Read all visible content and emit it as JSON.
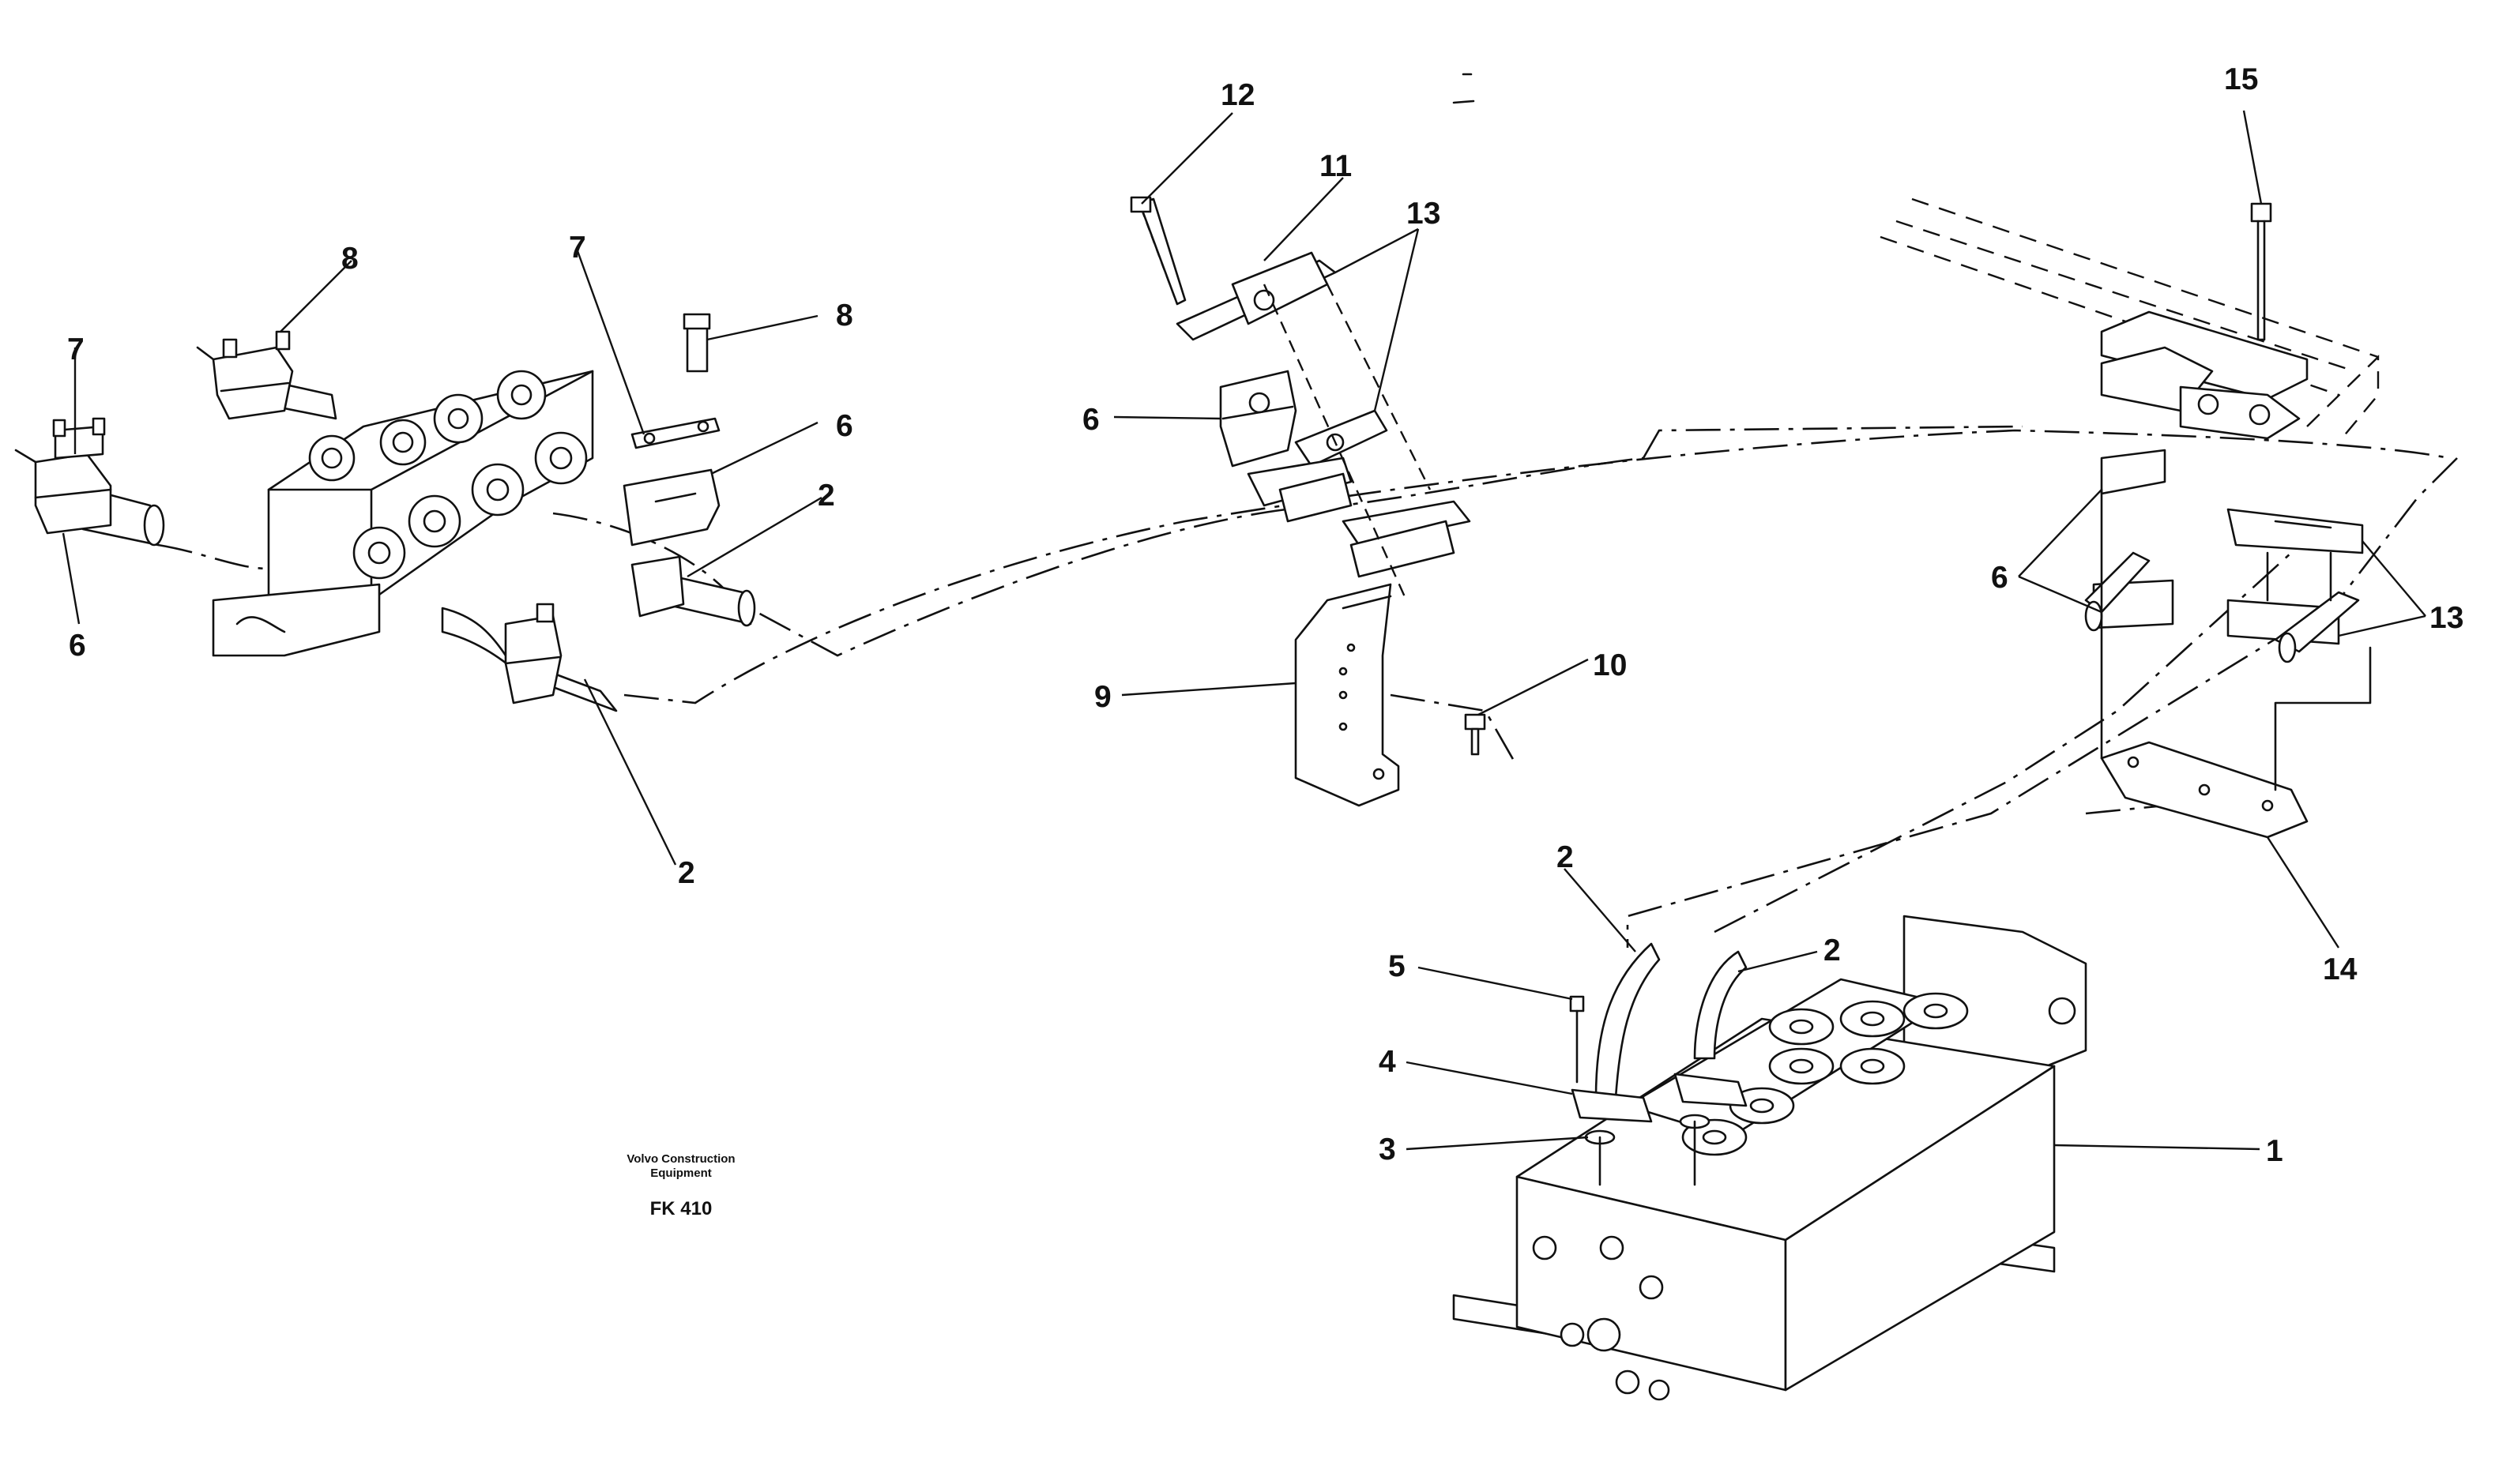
{
  "callouts": {
    "c1": "1",
    "c2a": "2",
    "c2b": "2",
    "c2c": "2",
    "c2d": "2",
    "c3": "3",
    "c4": "4",
    "c5": "5",
    "c6a": "6",
    "c6b": "6",
    "c6c": "6",
    "c6d": "6",
    "c7a": "7",
    "c7b": "7",
    "c8a": "8",
    "c8b": "8",
    "c9": "9",
    "c10": "10",
    "c11": "11",
    "c12": "12",
    "c13a": "13",
    "c13b": "13",
    "c14": "14",
    "c15": "15"
  },
  "caption": {
    "line1": "Volvo Construction",
    "line2": "Equipment",
    "code": "FK 410"
  }
}
